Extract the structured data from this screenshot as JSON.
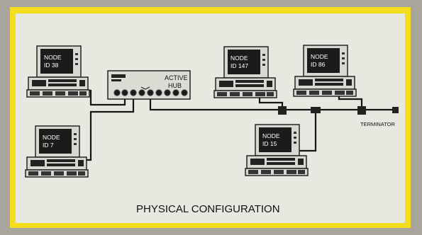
{
  "diagram": {
    "nodes": [
      {
        "line1": "NODE",
        "line2": "ID 38"
      },
      {
        "line1": "NODE",
        "line2": "ID 7"
      },
      {
        "line1": "NODE",
        "line2": "ID 147"
      },
      {
        "line1": "NODE",
        "line2": "ID 86"
      },
      {
        "line1": "NODE",
        "line2": "ID 15"
      }
    ],
    "hub": {
      "line1": "ACTIVE",
      "line2": "HUB"
    },
    "terminator_label": "TERMINATOR",
    "caption": "PHYSICAL CONFIGURATION"
  },
  "colors": {
    "frame": "#f3dd1c",
    "panel": "#e7e8e0",
    "line": "#151515",
    "screen": "#1b1b1b"
  }
}
